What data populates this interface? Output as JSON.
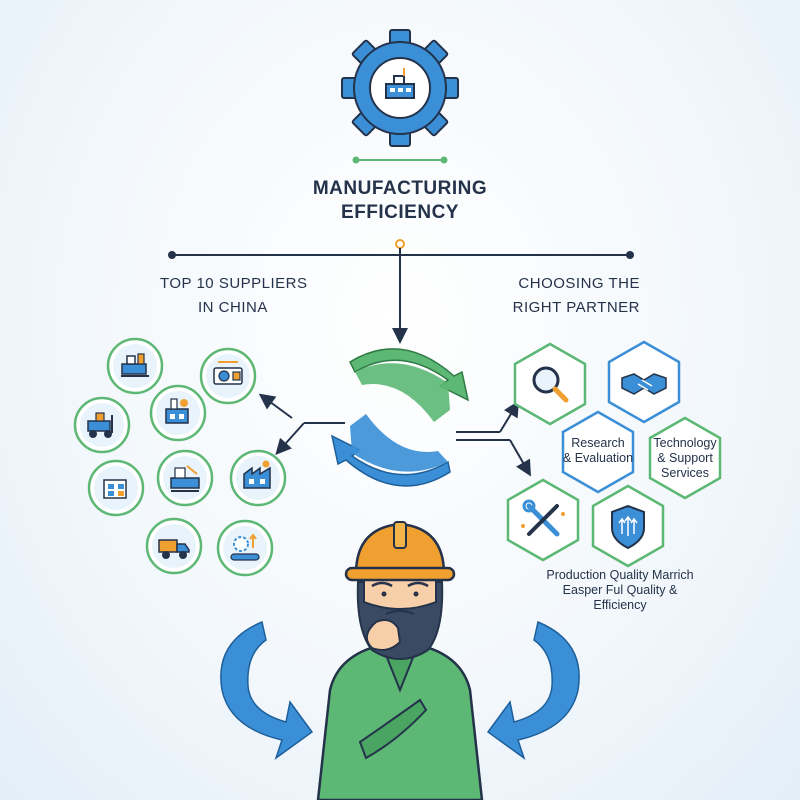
{
  "title": {
    "line1": "MANUFACTURING",
    "line2": "EFFICIENCY"
  },
  "left_branch": {
    "line1": "TOP 10 SUPPLIERS",
    "line2": "IN CHINA"
  },
  "right_branch": {
    "line1": "CHOOSING THE",
    "line2": "RIGHT PARTNER"
  },
  "hexagons": {
    "research": {
      "line1": "Research",
      "line2": "& Evaluation"
    },
    "technology": {
      "line1": "Technology",
      "line2": "& Support",
      "line3": "Services"
    }
  },
  "bottom_caption": {
    "line1": "Production Quality Marrich",
    "line2": "Easper Ful Quality &",
    "line3": "Efficiency"
  },
  "supplier_icons": [
    "machinery-icon",
    "lathe-icon",
    "factory-icon",
    "forklift-icon",
    "factory-icon",
    "factory-icon",
    "factory-icon",
    "truck-icon",
    "conveyor-icon"
  ],
  "icons": [
    "gear-icon",
    "factory-icon",
    "cycle-arrows-icon",
    "magnifier-icon",
    "handshake-icon",
    "tools-icon",
    "shield-icon",
    "worker-icon"
  ],
  "colors": {
    "blue": "#3a8fd6",
    "green": "#5cb874",
    "navy": "#24324a",
    "orange": "#f0a030"
  }
}
